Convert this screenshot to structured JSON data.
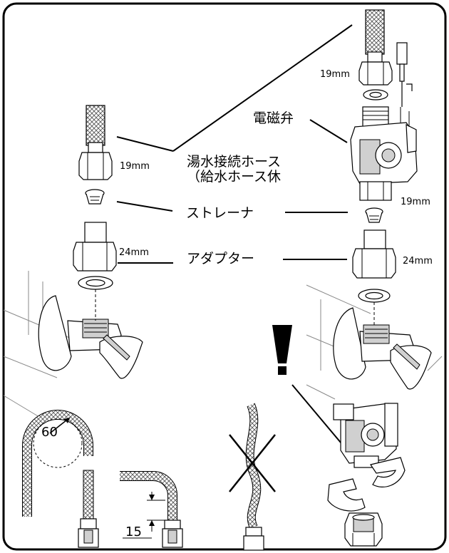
{
  "labels": {
    "solenoid_valve": "電磁弁",
    "hose_line1": "湯水接続ホース",
    "hose_line2": "（給水ホース休",
    "strainer": "ストレーナ",
    "adapter": "アダプター"
  },
  "sizes": {
    "left_nut": "19mm",
    "left_adapter": "24mm",
    "right_top_nut": "19mm",
    "right_valve_outlet": "19mm",
    "right_adapter": "24mm"
  },
  "dimensions": {
    "bend_radius": "60",
    "straight_min": "15"
  },
  "warning_symbol": "!",
  "icons": [
    "warning-icon",
    "no-twist-icon"
  ],
  "colors": {
    "line": "#000000",
    "tile": "#8a8a8a",
    "frame": "#000000"
  }
}
